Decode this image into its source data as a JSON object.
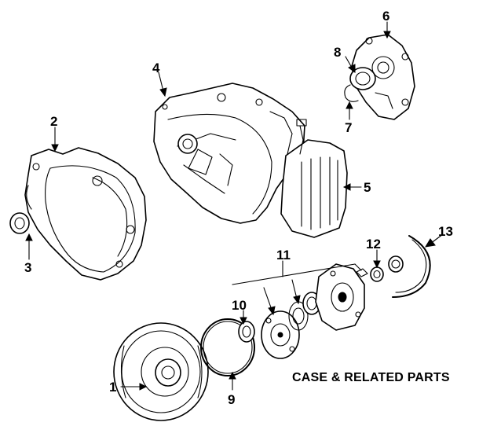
{
  "diagram": {
    "title": "CASE & RELATED PARTS",
    "callouts": [
      {
        "id": "1",
        "label": "1"
      },
      {
        "id": "2",
        "label": "2"
      },
      {
        "id": "3",
        "label": "3"
      },
      {
        "id": "4",
        "label": "4"
      },
      {
        "id": "5",
        "label": "5"
      },
      {
        "id": "6",
        "label": "6"
      },
      {
        "id": "7",
        "label": "7"
      },
      {
        "id": "8",
        "label": "8"
      },
      {
        "id": "9",
        "label": "9"
      },
      {
        "id": "10",
        "label": "10"
      },
      {
        "id": "11",
        "label": "11"
      },
      {
        "id": "12",
        "label": "12"
      },
      {
        "id": "13",
        "label": "13"
      }
    ],
    "colors": {
      "ink": "#000000",
      "paper": "#ffffff"
    }
  }
}
